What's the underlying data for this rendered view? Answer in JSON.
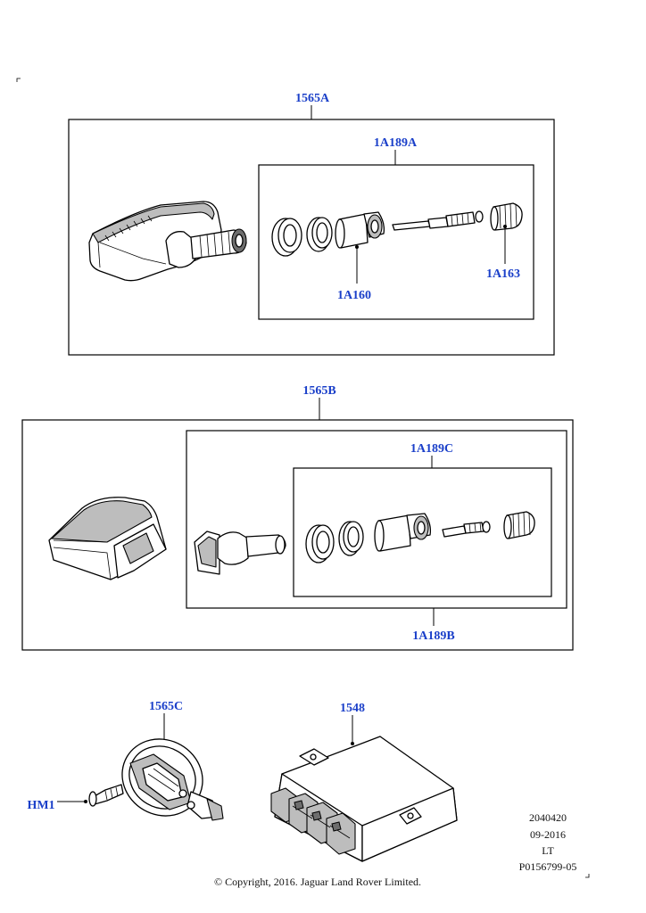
{
  "callouts": {
    "kit_a": "1565A",
    "kit_a_valve": "1A189A",
    "nut_a": "1A160",
    "cap_a": "1A163",
    "kit_b": "1565B",
    "kit_b_valve_inner": "1A189C",
    "kit_b_valve_outer": "1A189B",
    "kit_c": "1565C",
    "module": "1548",
    "screw": "HM1"
  },
  "meta": {
    "line1": "2040420",
    "line2": "09-2016",
    "line3": "LT",
    "line4": "P0156799-05"
  },
  "copyright": "© Copyright, 2016. Jaguar Land Rover Limited.",
  "colors": {
    "callout": "#1a3fc9",
    "line": "#000000"
  }
}
